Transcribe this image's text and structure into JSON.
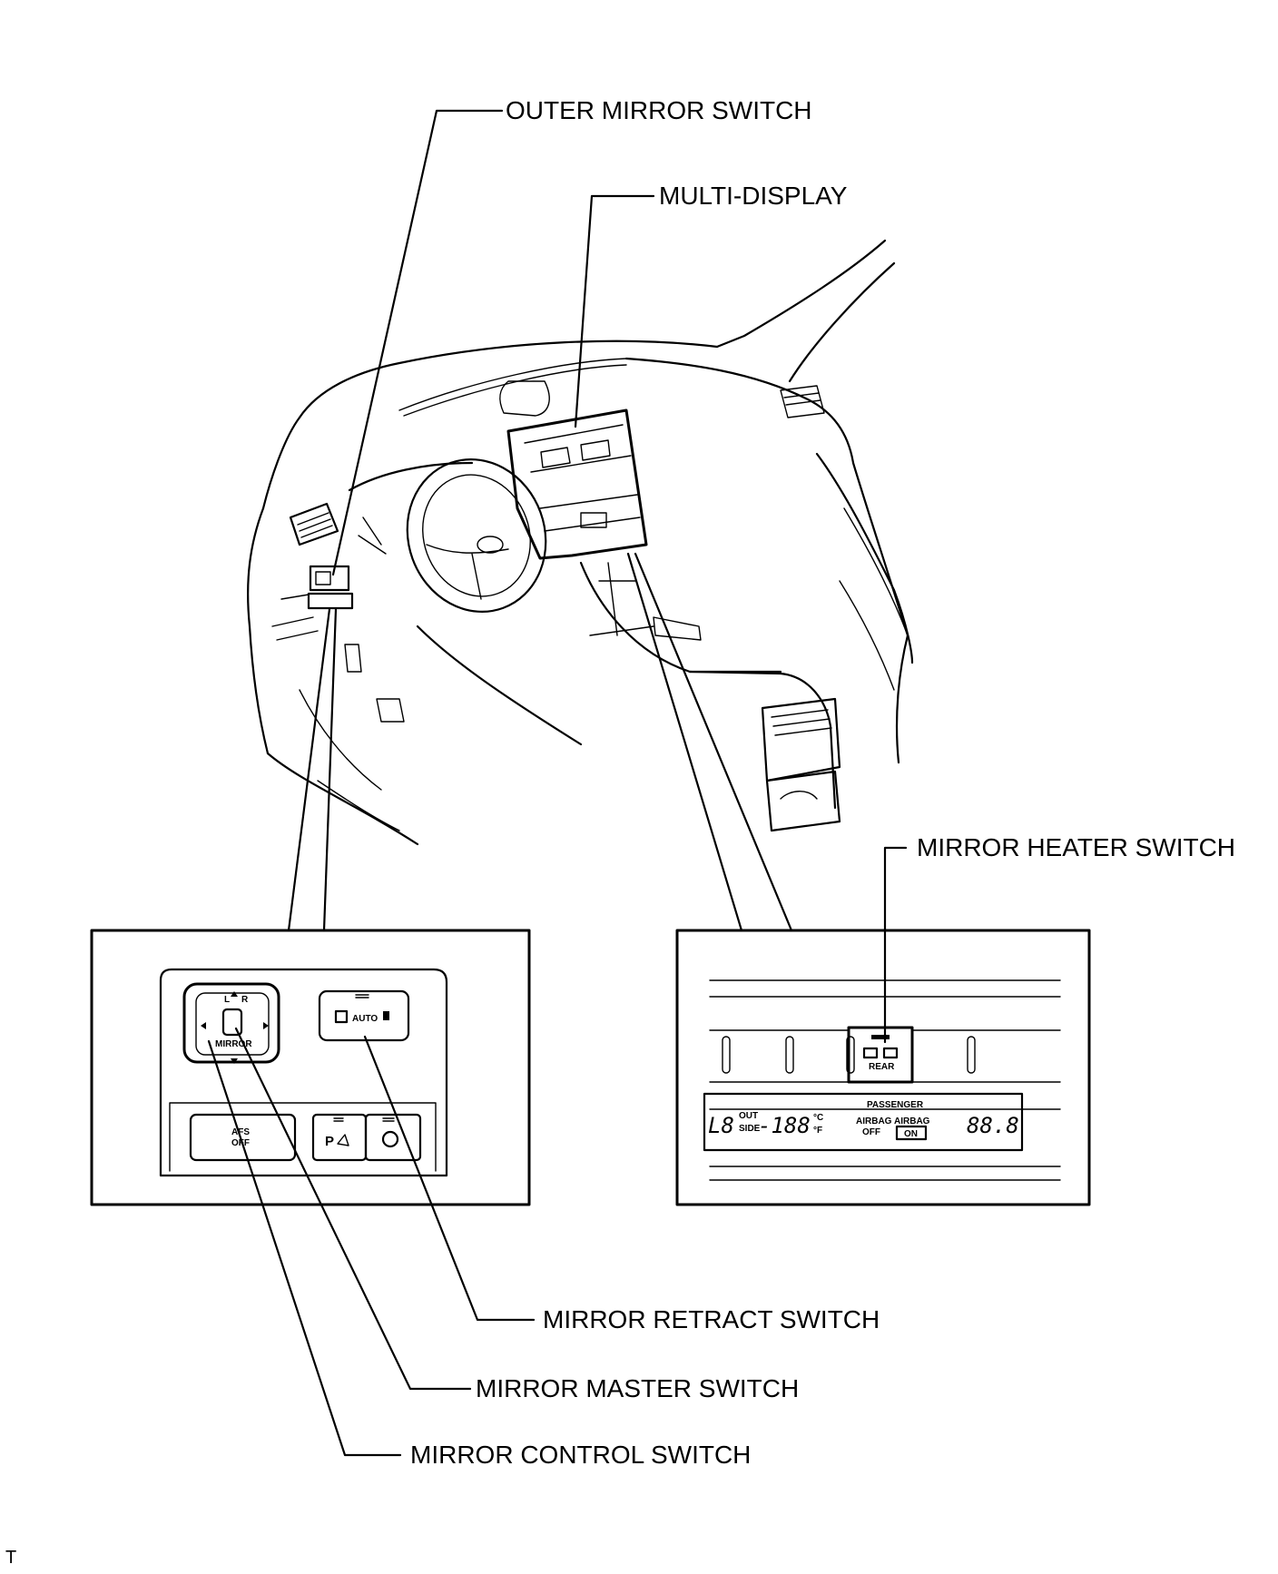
{
  "callouts": {
    "outer_mirror_switch": "OUTER MIRROR SWITCH",
    "multi_display": "MULTI-DISPLAY",
    "mirror_heater_switch": "MIRROR HEATER SWITCH",
    "mirror_retract_switch": "MIRROR RETRACT SWITCH",
    "mirror_master_switch": "MIRROR MASTER SWITCH",
    "mirror_control_switch": "MIRROR CONTROL SWITCH"
  },
  "switch_panel": {
    "left_letter": "L",
    "right_letter": "R",
    "mirror_label": "MIRROR",
    "auto_label": "AUTO",
    "afs_line1": "AFS",
    "afs_line2": "OFF",
    "parking_label": "P"
  },
  "display_panel": {
    "rear_label": "REAR",
    "passenger_label": "PASSENGER",
    "airbag_off_1": "AIRBAG",
    "airbag_off_2": "OFF",
    "airbag_on_1": "AIRBAG",
    "airbag_on_2": "ON",
    "out_label": "OUT",
    "side_label": "SIDE",
    "celsius": "°C",
    "fahrenheit": "°F",
    "seg_left": "L8",
    "seg_temp": "-188",
    "seg_right": "88.8"
  },
  "corner_mark": "T"
}
